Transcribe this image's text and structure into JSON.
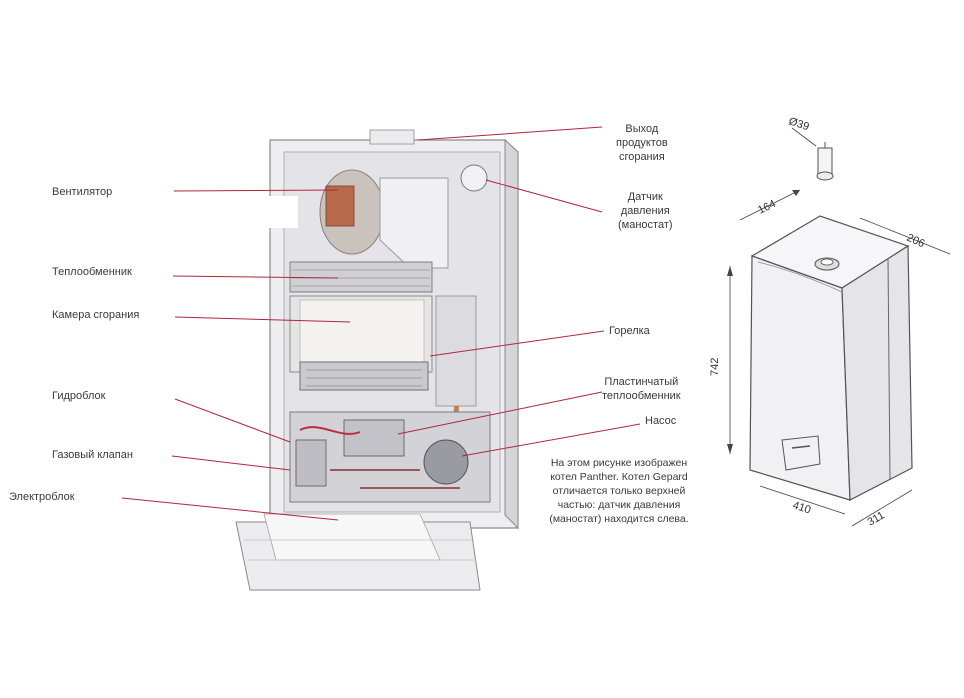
{
  "labels": {
    "fan": "Вентилятор",
    "heat_exchanger": "Теплообменник",
    "combustion_chamber": "Камера сгорания",
    "hydroblock": "Гидроблок",
    "gas_valve": "Газовый клапан",
    "electroblock": "Электроблок",
    "flue_outlet": [
      "Выход",
      "продуктов",
      "сгорания"
    ],
    "pressure_sensor": [
      "Датчик",
      "давления",
      "(маностат)"
    ],
    "burner": "Горелка",
    "plate_exchanger": [
      "Пластинчатый",
      "теплообменник"
    ],
    "pump": "Насос"
  },
  "note": [
    "На этом рисунке изображен",
    "котел Panther.  Котел Gepard",
    "отличается только верхней",
    "частью: датчик давления",
    "(маностат) находится слева."
  ],
  "dimensions": {
    "pipe_diameter": "Ø39",
    "depth_top": "164",
    "side_top": "206",
    "height": "742",
    "width": "410",
    "depth": "311"
  },
  "colors": {
    "leader_line": "#b0263a",
    "outline": "#555555",
    "body_fill": "#f4f4f6",
    "inner_fill": "#dcdcdf"
  }
}
